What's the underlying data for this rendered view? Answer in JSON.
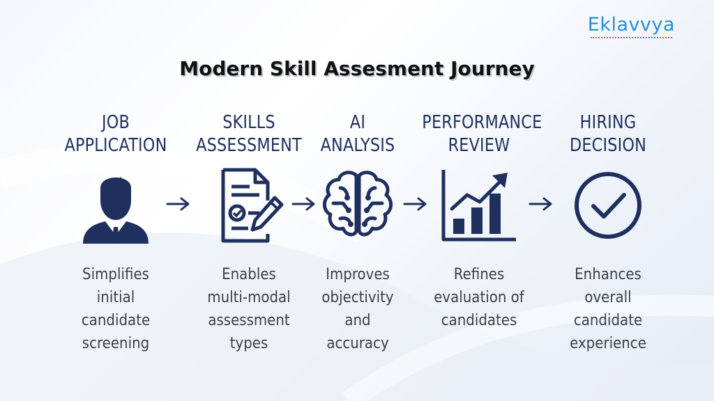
{
  "brand": {
    "logo_text": "Eklavvya"
  },
  "title": "Modern Skill Assesment Journey",
  "colors": {
    "icon_navy": "#1f2f5e",
    "logo_blue": "#2a8fd6",
    "text_gray": "#3a3f47"
  },
  "steps": [
    {
      "title": "JOB\nAPPLICATION",
      "description": "Simplifies\ninitial\ncandidate\nscreening",
      "icon": "person-icon"
    },
    {
      "title": "SKILLS\nASSESSMENT",
      "description": "Enables\nmulti-modal\nassessment\ntypes",
      "icon": "document-pencil-icon"
    },
    {
      "title": "AI\nANALYSIS",
      "description": "Improves\nobjectivity\nand\naccuracy",
      "icon": "brain-icon"
    },
    {
      "title": "PERFORMANCE\nREVIEW",
      "description": "Refines\nevaluation of\ncandidates",
      "icon": "bar-chart-icon"
    },
    {
      "title": "HIRING\nDECISION",
      "description": "Enhances\noverall\ncandidate\nexperience",
      "icon": "check-circle-icon"
    }
  ]
}
